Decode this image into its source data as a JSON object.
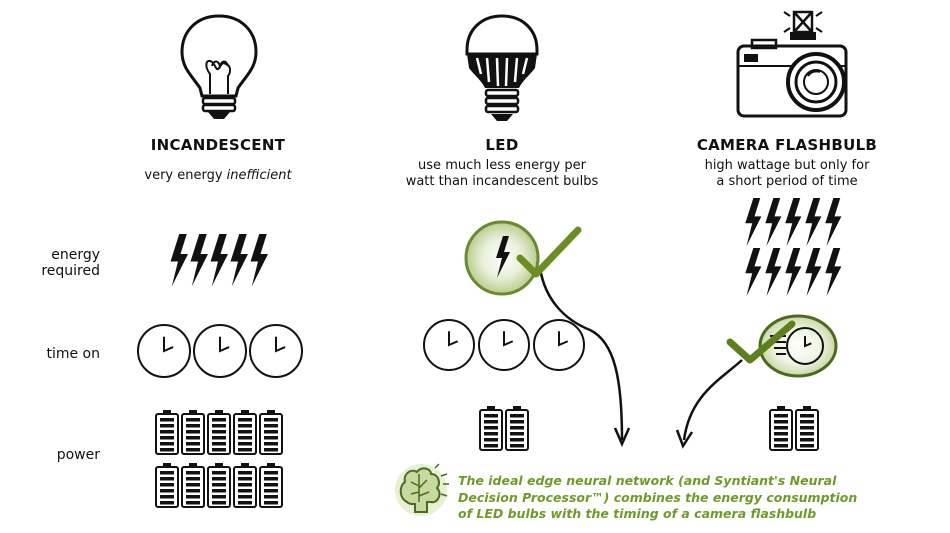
{
  "columns": [
    {
      "title": "INCANDESCENT",
      "desc_plain": "very energy ",
      "desc_em": "inefficient",
      "icon": "incandescent-bulb-icon"
    },
    {
      "title": "LED",
      "desc_line1": "use much less energy per",
      "desc_line2": "watt than incandescent bulbs",
      "icon": "led-bulb-icon"
    },
    {
      "title": "CAMERA FLASHBULB",
      "desc_line1": "high wattage but only for",
      "desc_line2": "a short period of time",
      "icon": "camera-icon"
    }
  ],
  "rows": {
    "energy_line1": "energy",
    "energy_line2": "required",
    "time": "time on",
    "power": "power"
  },
  "caption": {
    "line1": "The ideal edge neural network (and Syntiant's Neural",
    "line2": "Decision Processor™) combines the energy consumption",
    "line3": "of LED bulbs with the timing of a camera flashbulb"
  },
  "colors": {
    "accent_green": "#6f9a28",
    "check_green": "#5b7f1f",
    "ink": "#111111"
  },
  "counts": {
    "incandescent": {
      "energy": 5,
      "clocks": 3,
      "batteries": 10
    },
    "led": {
      "energy": 1,
      "clocks": 3,
      "batteries": 2
    },
    "flashbulb": {
      "energy": 10,
      "clocks": 1,
      "batteries": 2
    }
  }
}
